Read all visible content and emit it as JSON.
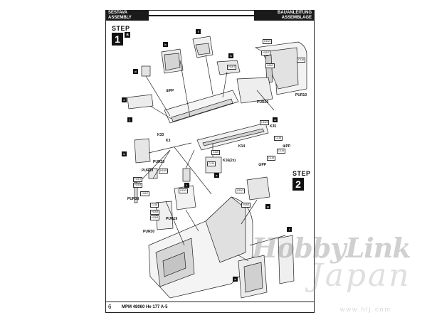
{
  "header": {
    "left_line1": "SESTAVA",
    "left_line2": "ASSEMBLY",
    "right_line1": "BAUANLEITUNG",
    "right_line2": "ASSEMBLAGE"
  },
  "step1": {
    "word": "STEP",
    "number": "1",
    "sub": "a"
  },
  "step2": {
    "word": "STEP",
    "number": "2"
  },
  "part_tags": [
    "b",
    "f",
    "h",
    "d",
    "e",
    "j",
    "a",
    "k",
    "c",
    "l",
    "g",
    "i",
    "e"
  ],
  "labels": {
    "pur10": "PUR10",
    "pur29a": "PUR29",
    "pur20": "PUR20",
    "pur29b": "PUR29",
    "pur38": "PUR38",
    "pur19": "PUR19",
    "pur30": "PUR30",
    "k33": "K33",
    "k3": "K3",
    "k35": "K35",
    "k14": "K14",
    "k16": "K16(2x)",
    "pp1": "②PP",
    "pp2": "②PP",
    "pp3": "②PP"
  },
  "codes": [
    "H15/3",
    "H15/7",
    "H15/3",
    "H15/7",
    "C116",
    "C116",
    "C116",
    "C116",
    "H15/3",
    "H15/7",
    "H15/3",
    "H15/7",
    "H15/8",
    "C115",
    "C115",
    "H15/3",
    "H15/3",
    "H15/4",
    "C116",
    "H15/3",
    "H15/3"
  ],
  "footer": {
    "page": "6",
    "kit": "MPM 48060  He 177 A-5"
  },
  "watermark": {
    "line1": "HobbyLink",
    "line2": "Japan",
    "url": "www.hlj.com"
  }
}
